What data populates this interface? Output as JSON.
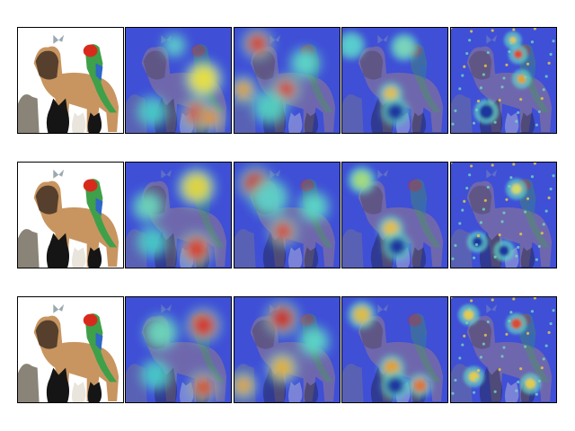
{
  "figure": {
    "rows": [
      {
        "panels": [
          {
            "kind": "photo"
          },
          {
            "kind": "heatmap",
            "style": "smooth"
          },
          {
            "kind": "heatmap",
            "style": "smooth"
          },
          {
            "kind": "heatmap",
            "style": "fine"
          },
          {
            "kind": "heatmap",
            "style": "speckled"
          }
        ]
      },
      {
        "panels": [
          {
            "kind": "photo"
          },
          {
            "kind": "heatmap",
            "style": "smooth"
          },
          {
            "kind": "heatmap",
            "style": "smooth"
          },
          {
            "kind": "heatmap",
            "style": "fine"
          },
          {
            "kind": "heatmap",
            "style": "speckled"
          }
        ]
      },
      {
        "panels": [
          {
            "kind": "photo"
          },
          {
            "kind": "heatmap",
            "style": "smooth"
          },
          {
            "kind": "heatmap",
            "style": "smooth"
          },
          {
            "kind": "heatmap",
            "style": "fine"
          },
          {
            "kind": "heatmap",
            "style": "speckled"
          }
        ]
      }
    ]
  },
  "colors": {
    "heatmap_base": "#3f4fd6",
    "dog_fur": "#c89560",
    "dog_dark": "#3a2a20",
    "parrot_red": "#d82a1c",
    "parrot_green": "#3fa04a",
    "parrot_blue": "#2f66c8",
    "cat_black": "#151515",
    "cat_grey": "#8a8478",
    "kitten_white": "#e9e4dc"
  }
}
